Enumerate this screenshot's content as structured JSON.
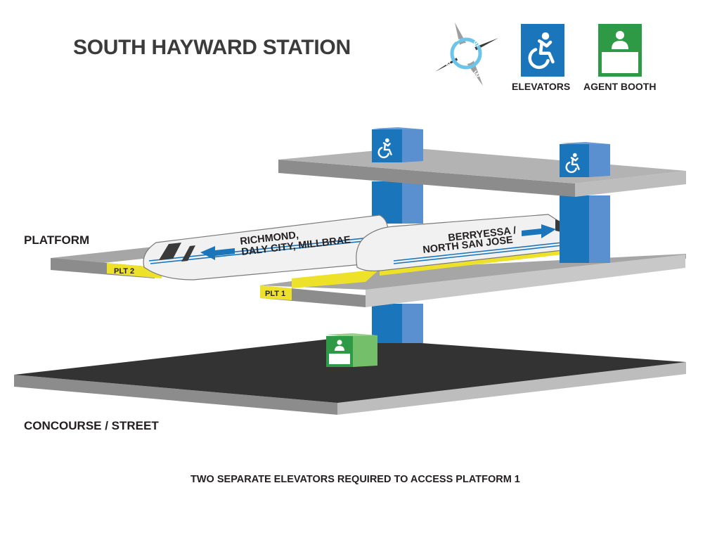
{
  "title": "SOUTH HAYWARD STATION",
  "compass": {
    "letters": {
      "north": "N",
      "south": "S",
      "east": "E",
      "west": "W"
    }
  },
  "legend": {
    "elevators": {
      "label": "ELEVATORS",
      "icon": "accessible-icon",
      "color": "#1b75bb"
    },
    "agent_booth": {
      "label": "AGENT BOOTH",
      "icon": "agent-booth-icon",
      "color": "#2e9a45"
    }
  },
  "levels": {
    "platform": "PLATFORM",
    "concourse": "CONCOURSE / STREET"
  },
  "platforms": {
    "plt1": "PLT 1",
    "plt2": "PLT 2"
  },
  "trains": {
    "westbound": {
      "line1": "RICHMOND,",
      "line2": "DALY CITY, MILLBRAE",
      "direction": "left"
    },
    "eastbound": {
      "line1": "BERRYESSA /",
      "line2": "NORTH SAN JOSE",
      "direction": "right"
    }
  },
  "note": "TWO SEPARATE ELEVATORS REQUIRED TO ACCESS PLATFORM 1",
  "colors": {
    "elevator_blue": "#1b75bb",
    "booth_green": "#2e9a45",
    "platform_edge_yellow": "#ede12a",
    "slab_gray": "#a6a6a6",
    "concourse_dark": "#333333"
  }
}
